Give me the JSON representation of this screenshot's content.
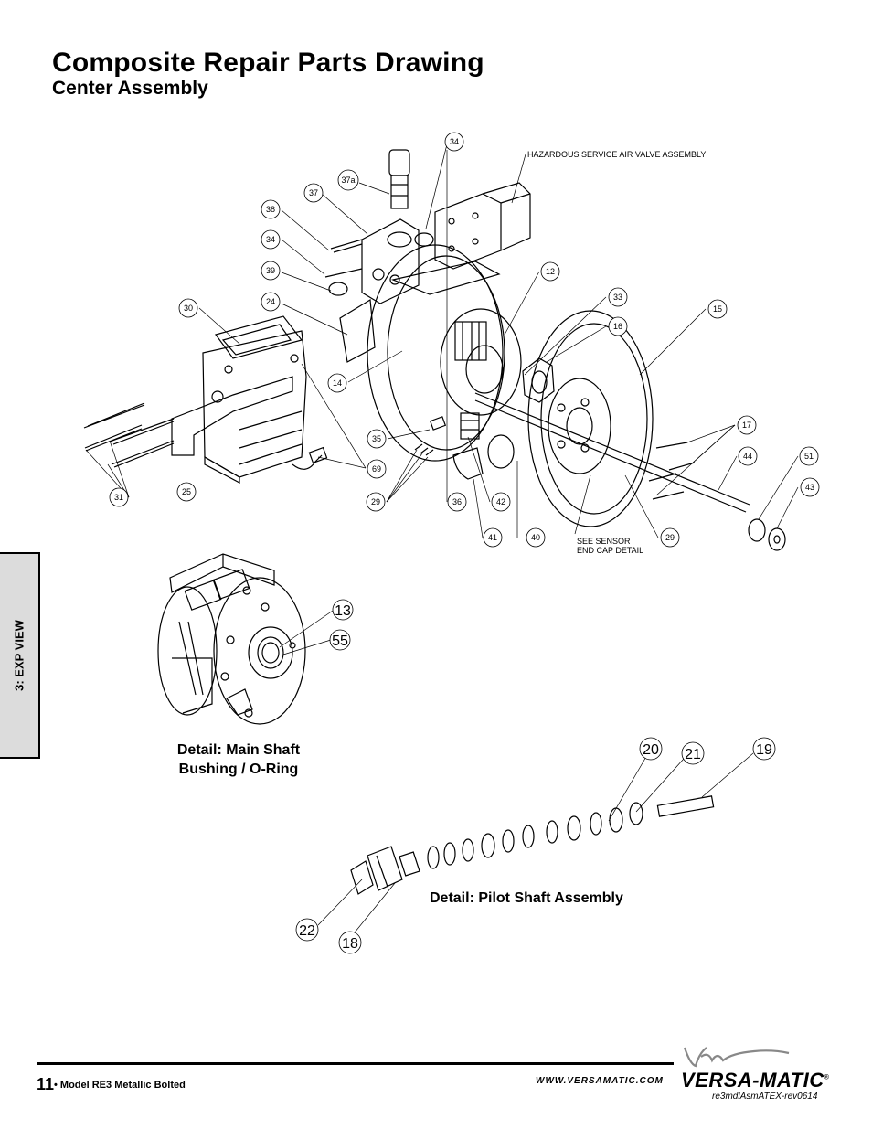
{
  "header": {
    "title": "Composite Repair Parts Drawing",
    "subtitle": "Center Assembly"
  },
  "side_tab": {
    "label": "3: EXP VIEW"
  },
  "exploded_view": {
    "callouts": [
      {
        "id": "c34a",
        "label": "34"
      },
      {
        "id": "c37a",
        "label": "37a"
      },
      {
        "id": "c37",
        "label": "37"
      },
      {
        "id": "c38",
        "label": "38"
      },
      {
        "id": "c34b",
        "label": "34"
      },
      {
        "id": "c39",
        "label": "39"
      },
      {
        "id": "c24",
        "label": "24"
      },
      {
        "id": "c30",
        "label": "30"
      },
      {
        "id": "c14",
        "label": "14"
      },
      {
        "id": "c12",
        "label": "12"
      },
      {
        "id": "c33",
        "label": "33"
      },
      {
        "id": "c16",
        "label": "16"
      },
      {
        "id": "c15",
        "label": "15"
      },
      {
        "id": "c17",
        "label": "17"
      },
      {
        "id": "c44",
        "label": "44"
      },
      {
        "id": "c51",
        "label": "51"
      },
      {
        "id": "c43",
        "label": "43"
      },
      {
        "id": "c35",
        "label": "35"
      },
      {
        "id": "c69",
        "label": "69"
      },
      {
        "id": "c31",
        "label": "31"
      },
      {
        "id": "c25",
        "label": "25"
      },
      {
        "id": "c29a",
        "label": "29"
      },
      {
        "id": "c36",
        "label": "36"
      },
      {
        "id": "c42",
        "label": "42"
      },
      {
        "id": "c41",
        "label": "41"
      },
      {
        "id": "c40",
        "label": "40"
      },
      {
        "id": "c29b",
        "label": "29"
      }
    ],
    "notes": {
      "air_valve": "HAZARDOUS SERVICE AIR VALVE ASSEMBLY",
      "sensor_line1": "SEE SENSOR",
      "sensor_line2": "END CAP DETAIL"
    }
  },
  "detail_main_shaft": {
    "callouts": [
      {
        "id": "c13",
        "label": "13"
      },
      {
        "id": "c55",
        "label": "55"
      }
    ],
    "caption_line1": "Detail: Main Shaft",
    "caption_line2": "Bushing / O-Ring"
  },
  "detail_pilot_shaft": {
    "callouts": [
      {
        "id": "c20",
        "label": "20"
      },
      {
        "id": "c21",
        "label": "21"
      },
      {
        "id": "c19",
        "label": "19"
      },
      {
        "id": "c22",
        "label": "22"
      },
      {
        "id": "c18",
        "label": "18"
      }
    ],
    "caption": "Detail: Pilot Shaft Assembly"
  },
  "footer": {
    "page_number": "11",
    "model": "• Model RE3 Metallic Bolted",
    "website": "WWW.VERSAMATIC.COM",
    "brand": "VERSA-MATIC",
    "brand_mark": "®",
    "doc_ref": "re3mdlAsmATEX-rev0614"
  }
}
